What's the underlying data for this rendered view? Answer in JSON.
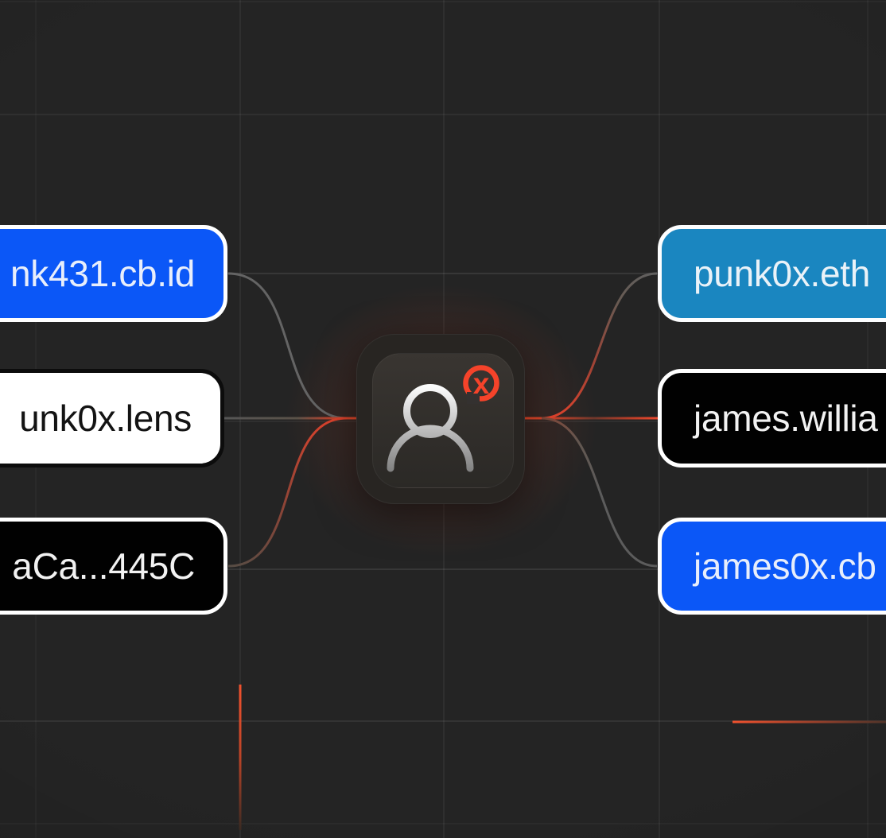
{
  "nodes": {
    "left": [
      {
        "label": "nk431.cb.id",
        "style": "blue"
      },
      {
        "label": "unk0x.lens",
        "style": "white"
      },
      {
        "label": "aCa...445C",
        "style": "black"
      }
    ],
    "right": [
      {
        "label": "punk0x.eth",
        "style": "teal"
      },
      {
        "label": "james.willia",
        "style": "black"
      },
      {
        "label": "james0x.cb",
        "style": "blue"
      }
    ],
    "center": {
      "icon": "person-icon",
      "badge": "x-circle-icon",
      "badge_color": "#f5432a"
    }
  },
  "edges": [
    {
      "from": "nk431.cb.id",
      "to": "center",
      "color": "gray"
    },
    {
      "from": "unk0x.lens",
      "to": "center",
      "color": "gray-to-red"
    },
    {
      "from": "aCa...445C",
      "to": "center",
      "color": "gray-to-red"
    },
    {
      "from": "center",
      "to": "punk0x.eth",
      "color": "red-to-gray"
    },
    {
      "from": "center",
      "to": "james.willia",
      "color": "red"
    },
    {
      "from": "center",
      "to": "james0x.cb",
      "color": "gray"
    },
    {
      "from": "offscreen",
      "to": "offscreen",
      "color": "red",
      "note": "stray vertical red segment bottom-left"
    },
    {
      "from": "offscreen",
      "to": "offscreen",
      "color": "red",
      "note": "stray horizontal red segment bottom-right"
    }
  ],
  "colors": {
    "background": "#242424",
    "grid_line": "#383838",
    "node_blue": "#0b57f7",
    "node_teal": "#1a86c0",
    "node_black": "#010101",
    "node_white": "#ffffff",
    "edge_gray": "#626262",
    "accent_red": "#f1492c",
    "center_glow": "#d85836"
  }
}
